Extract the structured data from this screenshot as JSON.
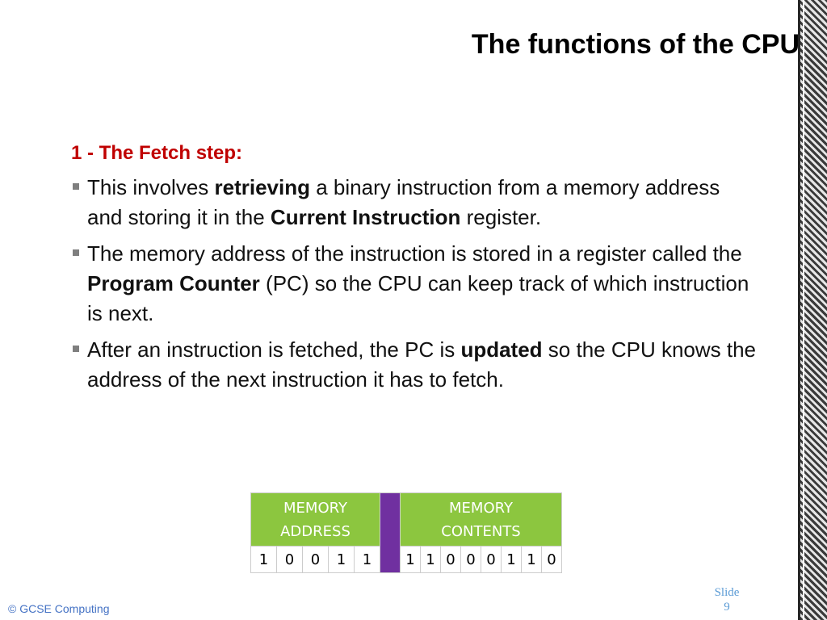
{
  "colors": {
    "heading_red": "#c00000",
    "table_green": "#8cc63f",
    "table_purple": "#7030a0",
    "footer_blue": "#4472c4",
    "slide_number_blue": "#5b9bd5",
    "bullet_grey": "#7f7f7f"
  },
  "slide": {
    "title": "The functions of the CPU",
    "section_heading": "1 - The Fetch step:",
    "bullets": [
      {
        "runs": [
          {
            "text": "This involves ",
            "bold": false
          },
          {
            "text": "retrieving",
            "bold": true
          },
          {
            "text": " a binary instruction from a memory address and storing it in the ",
            "bold": false
          },
          {
            "text": "Current Instruction",
            "bold": true
          },
          {
            "text": " register.",
            "bold": false
          }
        ]
      },
      {
        "runs": [
          {
            "text": "The memory address of the instruction is stored in a register called the ",
            "bold": false
          },
          {
            "text": "Program Counter",
            "bold": true
          },
          {
            "text": " (PC) so the CPU can keep track of which instruction is next.",
            "bold": false
          }
        ]
      },
      {
        "runs": [
          {
            "text": "After an instruction is fetched, the PC is ",
            "bold": false
          },
          {
            "text": "updated",
            "bold": true
          },
          {
            "text": " so the CPU knows the address of the next instruction it has to fetch.",
            "bold": false
          }
        ]
      }
    ]
  },
  "memory_table": {
    "address_header_line1": "MEMORY",
    "address_header_line2": "ADDRESS",
    "contents_header_line1": "MEMORY",
    "contents_header_line2": "CONTENTS",
    "address_bits": [
      "1",
      "0",
      "0",
      "1",
      "1"
    ],
    "contents_bits": [
      "1",
      "1",
      "0",
      "0",
      "0",
      "1",
      "1",
      "0"
    ]
  },
  "footer": {
    "copyright": "© GCSE Computing",
    "slide_label": "Slide",
    "slide_number": "9"
  }
}
